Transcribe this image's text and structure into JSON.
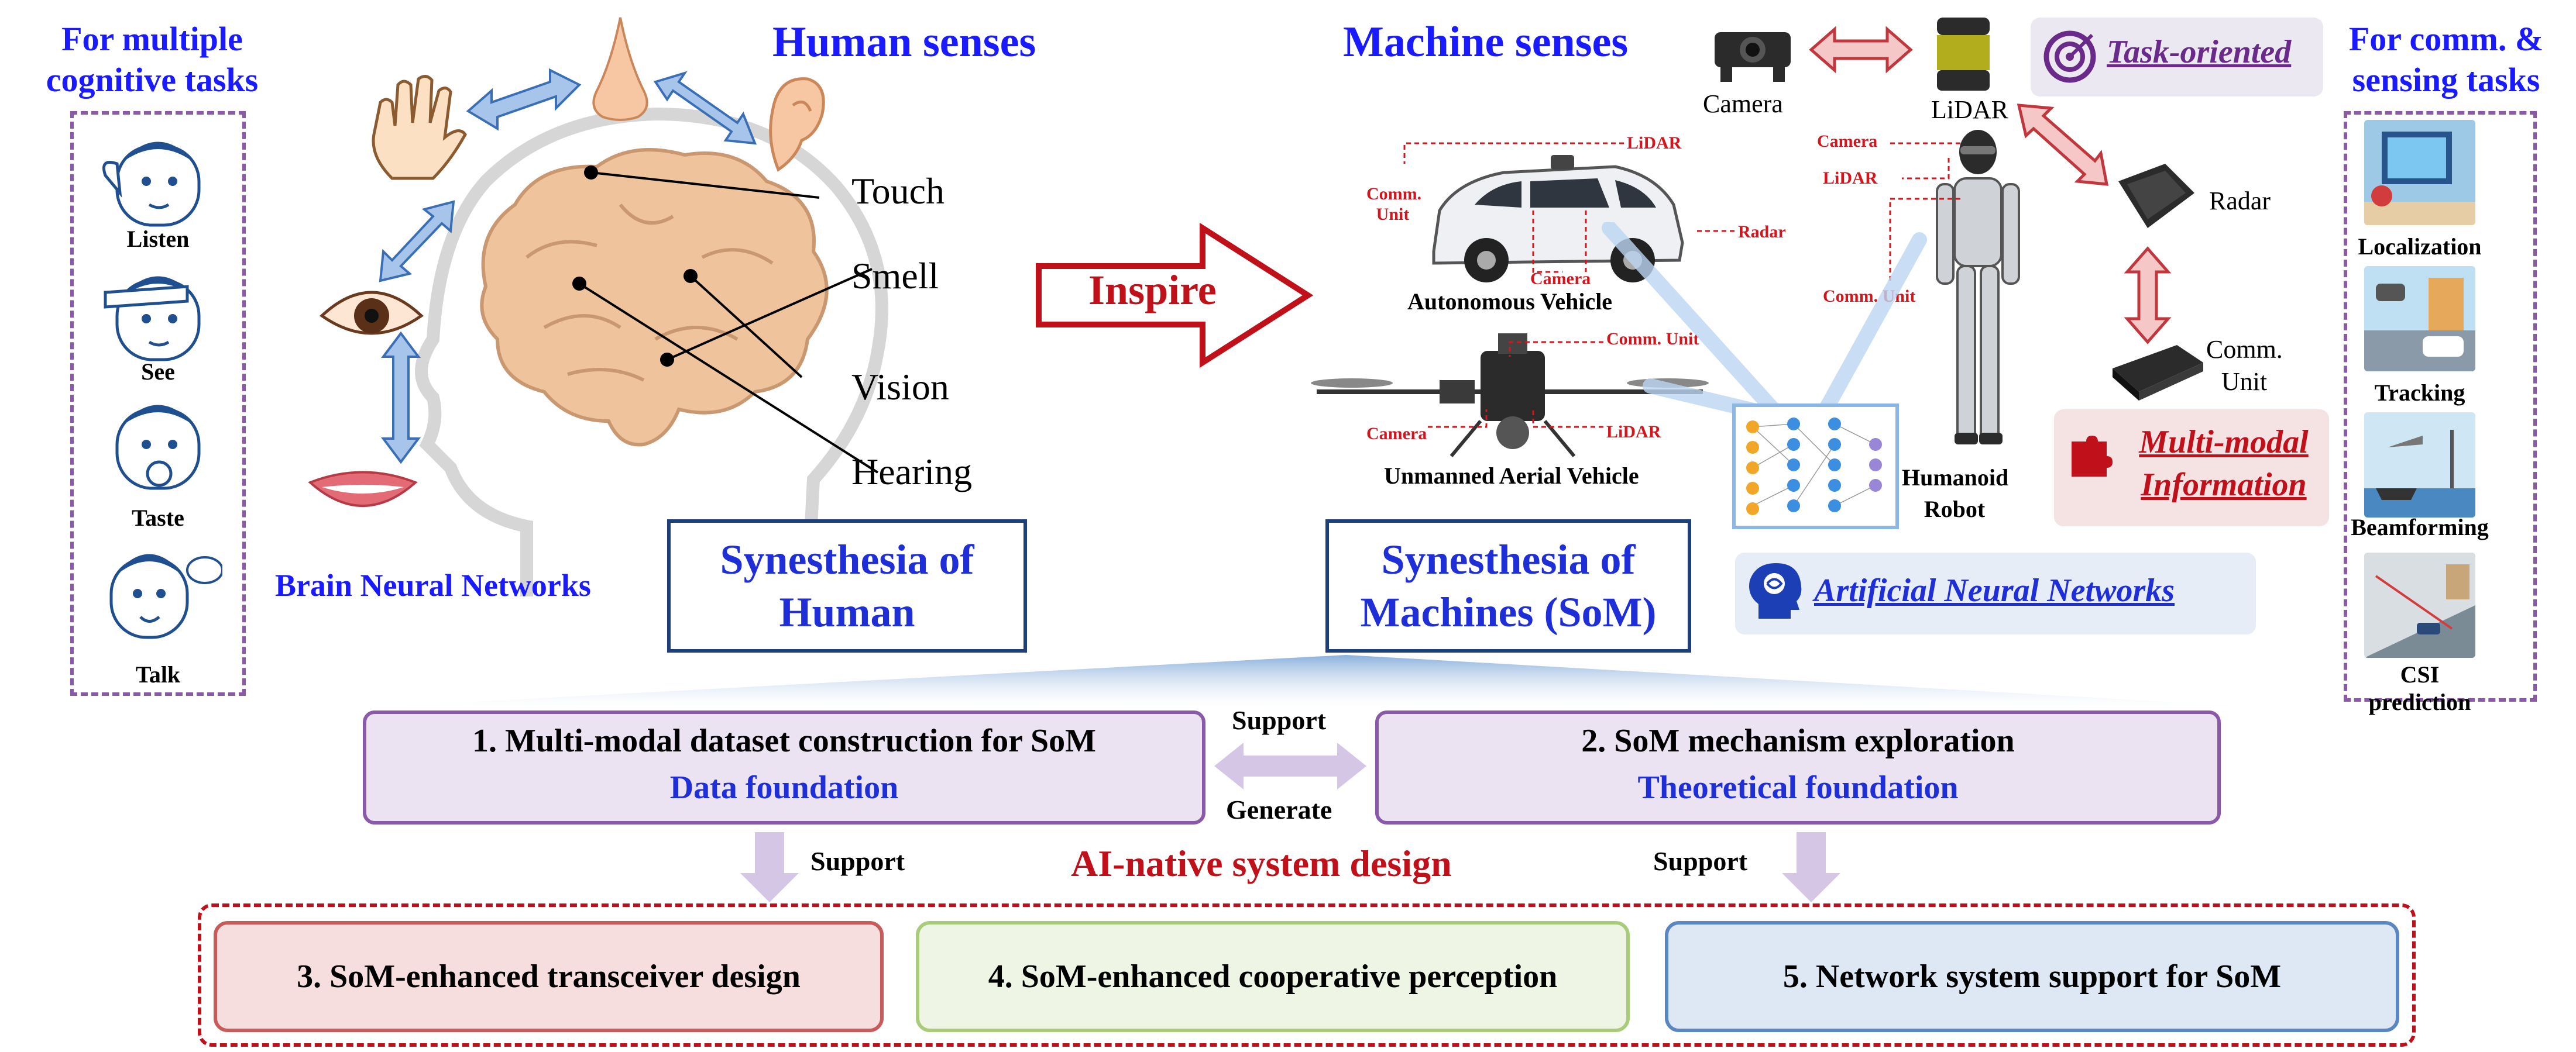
{
  "left_panel": {
    "title": "For multiple cognitive tasks",
    "tasks": [
      "Listen",
      "See",
      "Taste",
      "Talk"
    ]
  },
  "human": {
    "heading": "Human senses",
    "senses": [
      "Touch",
      "Smell",
      "Vision",
      "Hearing"
    ],
    "brain_label": "Brain Neural Networks",
    "box_title": "Synesthesia of Human"
  },
  "inspire_label": "Inspire",
  "machine": {
    "heading": "Machine senses",
    "sensors": {
      "camera": "Camera",
      "lidar": "LiDAR",
      "radar": "Radar",
      "comm_unit": "Comm. Unit"
    },
    "task_oriented": "Task-oriented",
    "vehicle_label": "Autonomous Vehicle",
    "uav_label": "Unmanned Aerial Vehicle",
    "robot_label": "Humanoid Robot",
    "multimodal": "Multi-modal Information",
    "ann": "Artificial Neural Networks",
    "box_title": "Synesthesia of Machines (SoM)",
    "vehicle_callouts": {
      "lidar": "LiDAR",
      "comm": "Comm. Unit",
      "radar": "Radar",
      "camera": "Camera"
    },
    "uav_callouts": {
      "comm": "Comm. Unit",
      "camera": "Camera",
      "lidar": "LiDAR"
    },
    "robot_callouts": {
      "camera": "Camera",
      "lidar": "LiDAR",
      "comm": "Comm. Unit"
    }
  },
  "right_panel": {
    "title": "For comm. & sensing tasks",
    "tasks": [
      "Localization",
      "Tracking",
      "Beamforming",
      "CSI prediction"
    ]
  },
  "bottom": {
    "box1_title": "1. Multi-modal dataset construction for SoM",
    "box1_sub": "Data foundation",
    "box2_title": "2. SoM mechanism exploration",
    "box2_sub": "Theoretical foundation",
    "support_top": "Support",
    "generate": "Generate",
    "support_left": "Support",
    "support_right": "Support",
    "ai_native": "AI-native system design",
    "box3": "3. SoM-enhanced transceiver design",
    "box4": "4. SoM-enhanced cooperative perception",
    "box5": "5. Network system support for SoM"
  },
  "colors": {
    "title_blue": "#1a1aff",
    "accent_red": "#c0101a",
    "purple_border": "#8a5aa8",
    "box1_fill": "#ebe3f1",
    "box3_fill": "#f7dede",
    "box4_fill": "#eef5e4",
    "box5_fill": "#dde8f4"
  }
}
